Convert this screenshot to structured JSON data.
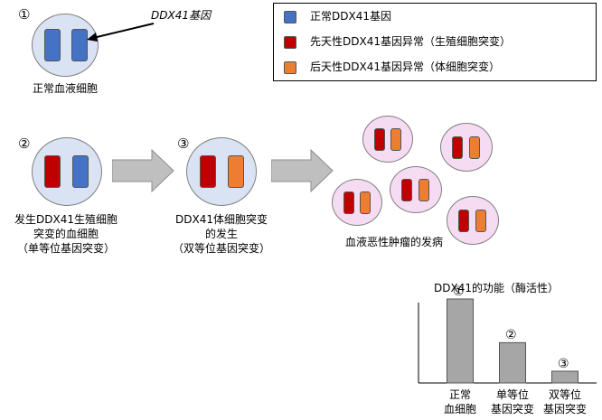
{
  "colors": {
    "normal_gene": "#4472c4",
    "germline_gene": "#c00000",
    "somatic_gene": "#ed7d31",
    "cell_fill": "#dae3f3",
    "tumor_fill": "#f6dcf2",
    "arrow_fill": "#bfbfbf",
    "bar_fill": "#a6a6a6"
  },
  "legend": [
    {
      "label": "正常DDX41基因",
      "color": "#4472c4"
    },
    {
      "label": "先天性DDX41基因异常（生殖细胞突变）",
      "color": "#c00000"
    },
    {
      "label": "后天性DDX41基因异常（体细胞突变）",
      "color": "#ed7d31"
    }
  ],
  "stage1": {
    "number": "①",
    "pointer_label": "DDX41基因",
    "caption": "正常血液细胞"
  },
  "stage2": {
    "number": "②",
    "caption_lines": [
      "发生DDX41生殖细胞",
      "突变的血细胞",
      "（单等位基因突变）"
    ]
  },
  "stage3": {
    "number": "③",
    "caption_lines": [
      "DDX41体细胞突变",
      "的发生",
      "（双等位基因突变）"
    ]
  },
  "tumor_caption": "血液恶性肿瘤的发病",
  "chart_data": {
    "type": "bar",
    "title": "DDX41的功能（酶活性）",
    "categories": [
      "①",
      "②",
      "③"
    ],
    "category_labels": [
      [
        "正常",
        "血细胞"
      ],
      [
        "单等位",
        "基因突变"
      ],
      [
        "双等位",
        "基因突变"
      ]
    ],
    "values": [
      100,
      48,
      14
    ],
    "ylim": [
      0,
      120
    ],
    "xlabel": "",
    "ylabel": "",
    "grid": false
  }
}
